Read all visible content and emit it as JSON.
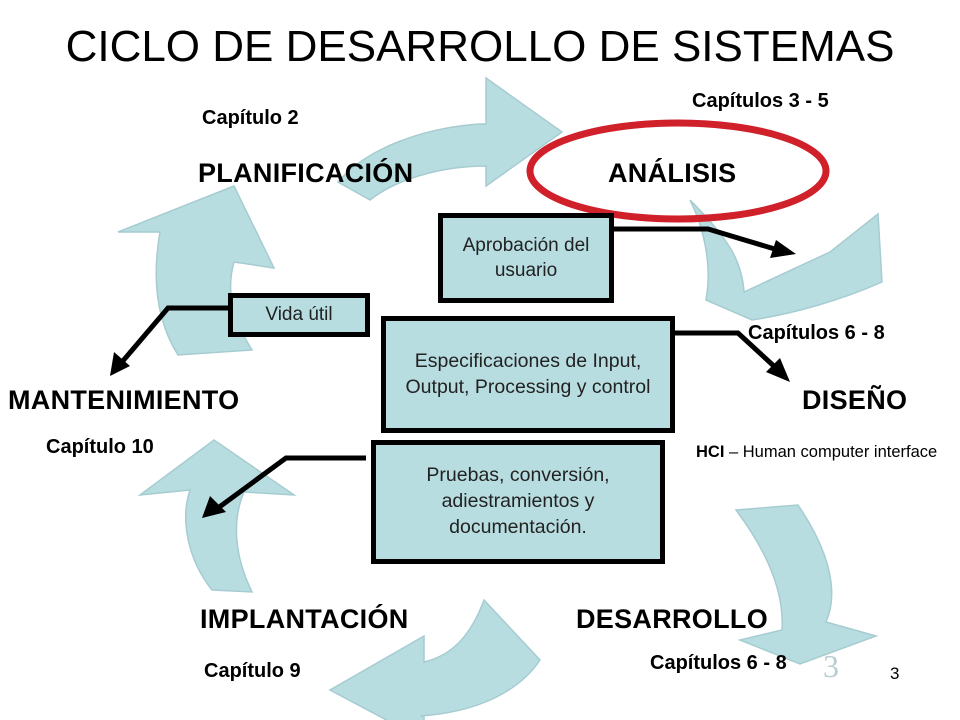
{
  "title": "CICLO DE DESARROLLO DE SISTEMAS",
  "stages": {
    "planificacion": "PLANIFICACIÓN",
    "analisis": "ANÁLISIS",
    "diseno": "DISEÑO",
    "desarrollo": "DESARROLLO",
    "implantacion": "IMPLANTACIÓN",
    "mantenimiento": "MANTENIMIENTO"
  },
  "chapters": {
    "planificacion": "Capítulo 2",
    "analisis": "Capítulos 3 - 5",
    "diseno": "Capítulos 6 - 8",
    "desarrollo": "Capítulos 6 - 8",
    "implantacion": "Capítulo 9",
    "mantenimiento": "Capítulo 10"
  },
  "boxes": {
    "aprobacion": "Aprobación del usuario",
    "vida_util": "Vida útil",
    "especificaciones": "Especificaciones de Input, Output, Processing y control",
    "pruebas": "Pruebas, conversión, adiestramientos y documentación."
  },
  "hci": {
    "abbr": "HCI",
    "text": " – Human computer interface"
  },
  "slide_number": "3",
  "watermark_number": "3",
  "colors": {
    "arrow_fill": "#b8dde1",
    "arrow_stroke": "#a9cfd3",
    "highlight_ellipse": "#d0202a",
    "box_border": "#000000"
  }
}
